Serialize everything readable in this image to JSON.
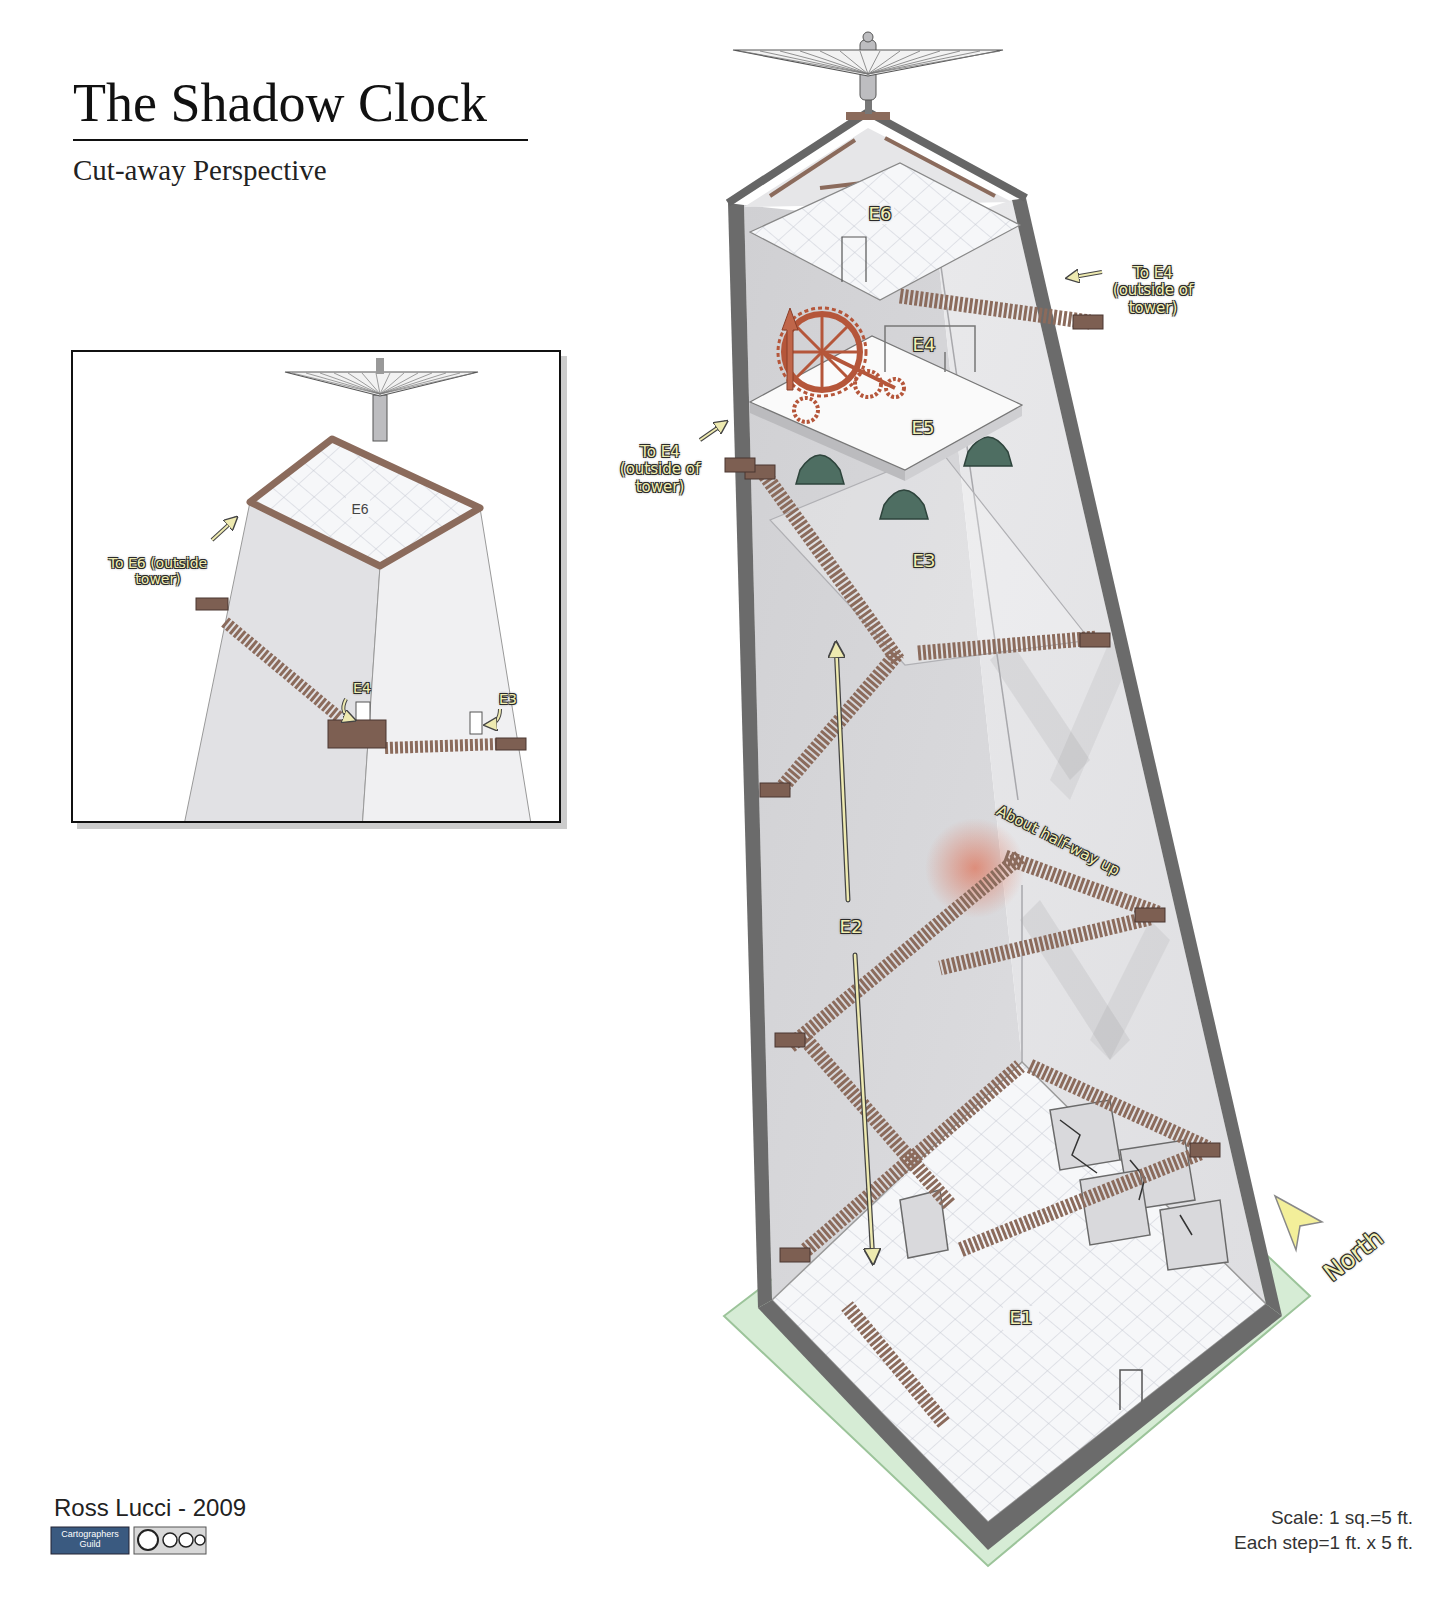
{
  "diagram": {
    "title": "The Shadow Clock",
    "caption": "Cut-away Perspective",
    "nodes": [
      {
        "text": [
          "To E6 (outside tower)",
          "E6",
          "E4",
          "E3"
        ]
      }
    ],
    "labels": [
      "E6",
      "To E4 (outside of tower)",
      "E4",
      "E5",
      "To E4 (outside of tower)",
      "E3",
      "About half-way up",
      "E2",
      "North",
      "E1",
      "Ross Lucci - 2009",
      "Cartographers Guild",
      "Scale: 1 sq.=5 ft.",
      "Each step=1 ft. x 5 ft."
    ]
  }
}
